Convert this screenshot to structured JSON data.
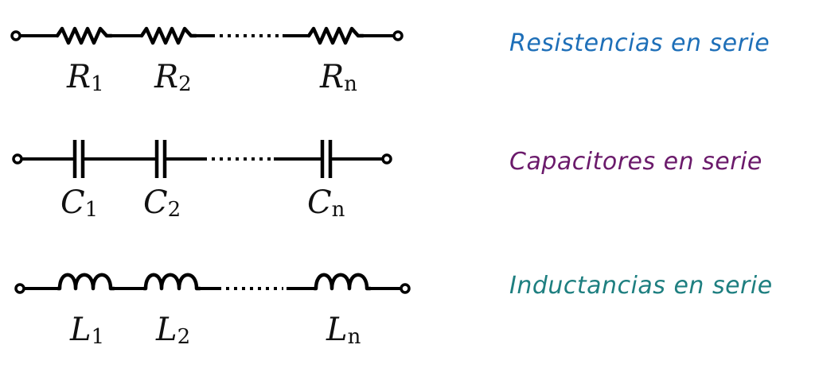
{
  "rows": [
    {
      "kind": "resistor",
      "title": "Resistencias en serie",
      "color": "#1E6FB8",
      "symbol": "R",
      "labels": [
        {
          "main": "R",
          "sub": "1"
        },
        {
          "main": "R",
          "sub": "2"
        },
        {
          "main": "R",
          "sub": "n"
        }
      ]
    },
    {
      "kind": "capacitor",
      "title": "Capacitores en serie",
      "color": "#6B1A6B",
      "symbol": "C",
      "labels": [
        {
          "main": "C",
          "sub": "1"
        },
        {
          "main": "C",
          "sub": "2"
        },
        {
          "main": "C",
          "sub": "n"
        }
      ]
    },
    {
      "kind": "inductor",
      "title": "Inductancias en serie",
      "color": "#1E7F80",
      "symbol": "L",
      "labels": [
        {
          "main": "L",
          "sub": "1"
        },
        {
          "main": "L",
          "sub": "2"
        },
        {
          "main": "L",
          "sub": "n"
        }
      ]
    }
  ]
}
